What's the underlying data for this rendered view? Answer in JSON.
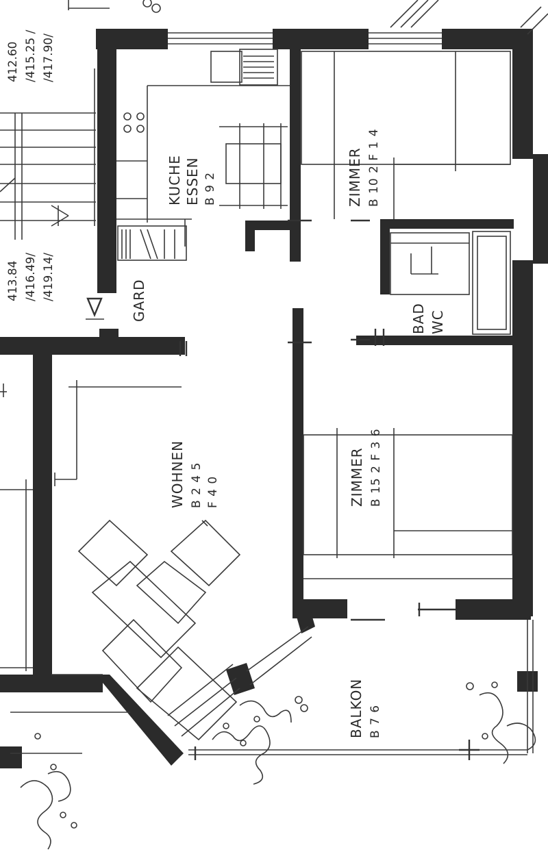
{
  "elevations": {
    "top_left": [
      "412.60",
      "/415.25 /",
      "/417.90/"
    ],
    "mid_left": [
      "413.84",
      "/416.49/",
      "/419.14/"
    ]
  },
  "rooms": {
    "kueche": {
      "name1": "KUCHE",
      "name2": "ESSEN",
      "dims": "B 9 2"
    },
    "zimmer_top": {
      "name": "ZIMMER",
      "dims": "B 10 2  F 1 4"
    },
    "garderobe": {
      "name": "GARD"
    },
    "bad": {
      "name1": "BAD",
      "name2": "WC"
    },
    "wohnen": {
      "name": "WOHNEN",
      "dim1": "B  2 4 5",
      "dim2": "F   4 0"
    },
    "zimmer_mid": {
      "name": "ZIMMER",
      "dims": "B 15 2  F 3 6"
    },
    "balkon": {
      "name": "BALKON",
      "dims": "B 7 6"
    }
  }
}
